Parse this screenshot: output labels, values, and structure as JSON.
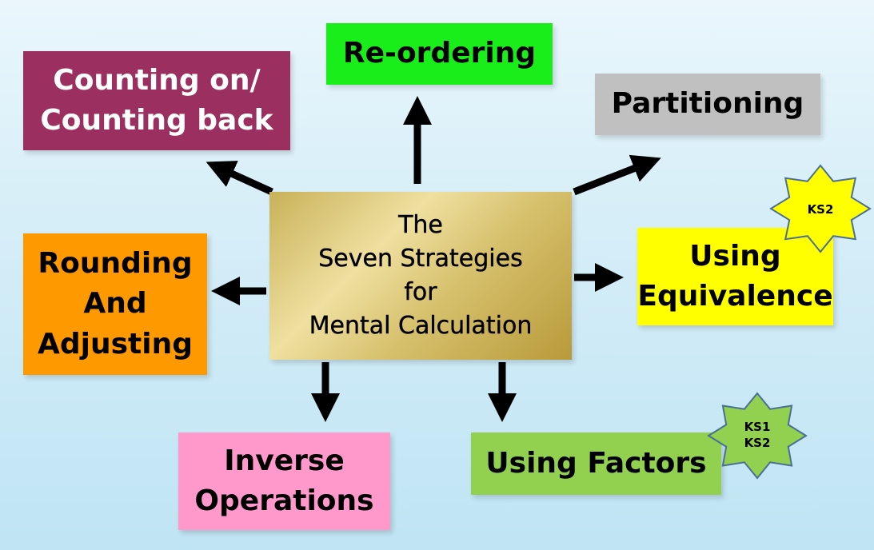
{
  "center": {
    "text": "The\nSeven Strategies\nfor\nMental Calculation",
    "gradient": "#d6c06c"
  },
  "strategies": [
    {
      "id": "counting",
      "label": "Counting on/\nCounting back",
      "color": "#9b3060"
    },
    {
      "id": "reordering",
      "label": "Re-ordering",
      "color": "#1aee1a"
    },
    {
      "id": "partitioning",
      "label": "Partitioning",
      "color": "#c0c0c0"
    },
    {
      "id": "equivalence",
      "label": "Using\nEquivalence",
      "color": "#ffff00"
    },
    {
      "id": "rounding",
      "label": "Rounding\nAnd\nAdjusting",
      "color": "#ff9900"
    },
    {
      "id": "inverse",
      "label": "Inverse\nOperations",
      "color": "#ff99cc"
    },
    {
      "id": "factors",
      "label": "Using Factors",
      "color": "#92d050"
    }
  ],
  "badges": {
    "equivalence": {
      "text": "KS2",
      "color": "#ffff00"
    },
    "factors": {
      "text": "KS1\nKS2",
      "color": "#92d050"
    }
  },
  "arrow_color": "#000000"
}
